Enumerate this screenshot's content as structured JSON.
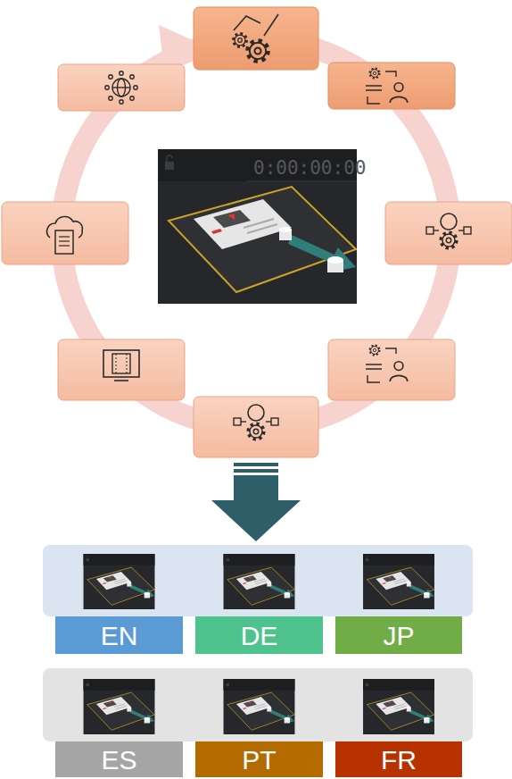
{
  "diagram": {
    "nodes": [
      {
        "text": [
          "EN"
        ]
      },
      {
        "text": [
          "DE"
        ]
      },
      {
        "text": [
          "JP"
        ]
      },
      {
        "text": [
          "ES"
        ]
      },
      {
        "text": [
          "PT"
        ]
      },
      {
        "text": [
          "FR"
        ]
      }
    ],
    "labels": [
      "0:00:00:00"
    ]
  }
}
